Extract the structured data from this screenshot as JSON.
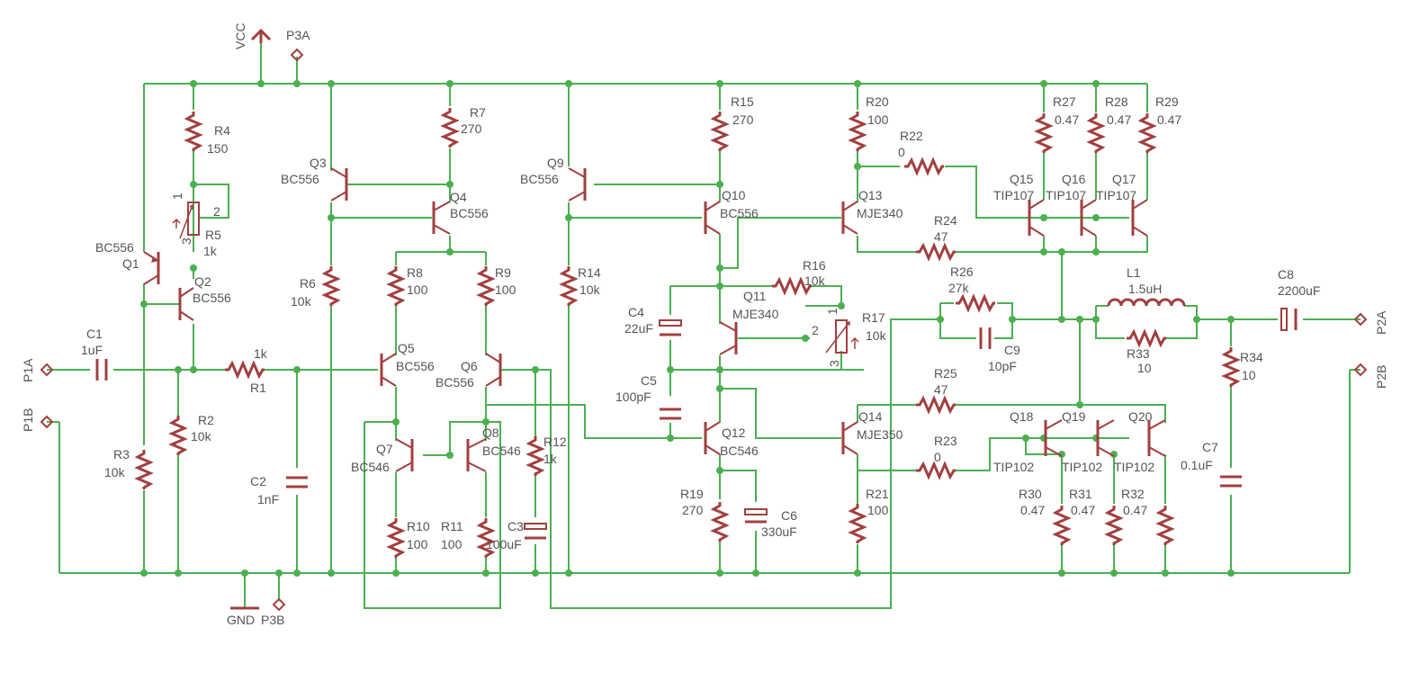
{
  "colors": {
    "wire": "#4caf50",
    "component": "#a0403f",
    "label": "#555555",
    "background": "#ffffff"
  },
  "nets": {
    "vcc": "VCC",
    "gnd": "GND"
  },
  "ports": {
    "p1a": "P1A",
    "p1b": "P1B",
    "p2a": "P2A",
    "p2b": "P2B",
    "p3a": "P3A",
    "p3b": "P3B"
  },
  "resistors": {
    "r1": {
      "ref": "R1",
      "value": "1k"
    },
    "r2": {
      "ref": "R2",
      "value": "10k"
    },
    "r3": {
      "ref": "R3",
      "value": "10k"
    },
    "r4": {
      "ref": "R4",
      "value": "150"
    },
    "r6": {
      "ref": "R6",
      "value": "10k"
    },
    "r7": {
      "ref": "R7",
      "value": "270"
    },
    "r8": {
      "ref": "R8",
      "value": "100"
    },
    "r9": {
      "ref": "R9",
      "value": "100"
    },
    "r10": {
      "ref": "R10",
      "value": "100"
    },
    "r11": {
      "ref": "R11",
      "value": "100"
    },
    "r12": {
      "ref": "R12",
      "value": "1k"
    },
    "r14": {
      "ref": "R14",
      "value": "10k"
    },
    "r15": {
      "ref": "R15",
      "value": "270"
    },
    "r16": {
      "ref": "R16",
      "value": "10k"
    },
    "r19": {
      "ref": "R19",
      "value": "270"
    },
    "r20": {
      "ref": "R20",
      "value": "100"
    },
    "r21": {
      "ref": "R21",
      "value": "100"
    },
    "r22": {
      "ref": "R22",
      "value": "0"
    },
    "r23": {
      "ref": "R23",
      "value": "0"
    },
    "r24": {
      "ref": "R24",
      "value": "47"
    },
    "r25": {
      "ref": "R25",
      "value": "47"
    },
    "r26": {
      "ref": "R26",
      "value": "27k"
    },
    "r27": {
      "ref": "R27",
      "value": "0.47"
    },
    "r28": {
      "ref": "R28",
      "value": "0.47"
    },
    "r29": {
      "ref": "R29",
      "value": "0.47"
    },
    "r30": {
      "ref": "R30",
      "value": "0.47"
    },
    "r31": {
      "ref": "R31",
      "value": "0.47"
    },
    "r32": {
      "ref": "R32",
      "value": "0.47"
    },
    "r33": {
      "ref": "R33",
      "value": "10"
    },
    "r34": {
      "ref": "R34",
      "value": "10"
    }
  },
  "pots": {
    "r5": {
      "ref": "R5",
      "value": "1k"
    },
    "r17": {
      "ref": "R17",
      "value": "10k"
    }
  },
  "pin_numbers": [
    "1",
    "2",
    "3"
  ],
  "capacitors": {
    "c1": {
      "ref": "C1",
      "value": "1uF"
    },
    "c2": {
      "ref": "C2",
      "value": "1nF"
    },
    "c3": {
      "ref": "C3",
      "value": "100uF"
    },
    "c4": {
      "ref": "C4",
      "value": "22uF"
    },
    "c5": {
      "ref": "C5",
      "value": "100pF"
    },
    "c6": {
      "ref": "C6",
      "value": "330uF"
    },
    "c7": {
      "ref": "C7",
      "value": "0.1uF"
    },
    "c8": {
      "ref": "C8",
      "value": "2200uF"
    },
    "c9": {
      "ref": "C9",
      "value": "10pF"
    }
  },
  "inductors": {
    "l1": {
      "ref": "L1",
      "value": "1.5uH"
    }
  },
  "transistors": {
    "q1": {
      "ref": "Q1",
      "value": "BC556"
    },
    "q2": {
      "ref": "Q2",
      "value": "BC556"
    },
    "q3": {
      "ref": "Q3",
      "value": "BC556"
    },
    "q4": {
      "ref": "Q4",
      "value": "BC556"
    },
    "q5": {
      "ref": "Q5",
      "value": "BC556"
    },
    "q6": {
      "ref": "Q6",
      "value": "BC556"
    },
    "q7": {
      "ref": "Q7",
      "value": "BC546"
    },
    "q8": {
      "ref": "Q8",
      "value": "BC546"
    },
    "q9": {
      "ref": "Q9",
      "value": "BC556"
    },
    "q10": {
      "ref": "Q10",
      "value": "BC556"
    },
    "q11": {
      "ref": "Q11",
      "value": "MJE340"
    },
    "q12": {
      "ref": "Q12",
      "value": "BC546"
    },
    "q13": {
      "ref": "Q13",
      "value": "MJE340"
    },
    "q14": {
      "ref": "Q14",
      "value": "MJE350"
    },
    "q15": {
      "ref": "Q15",
      "value": "TIP107"
    },
    "q16": {
      "ref": "Q16",
      "value": "TIP107"
    },
    "q17": {
      "ref": "Q17",
      "value": "TIP107"
    },
    "q18": {
      "ref": "Q18",
      "value": "TIP102"
    },
    "q19": {
      "ref": "Q19",
      "value": "TIP102"
    },
    "q20": {
      "ref": "Q20",
      "value": "TIP102"
    }
  }
}
